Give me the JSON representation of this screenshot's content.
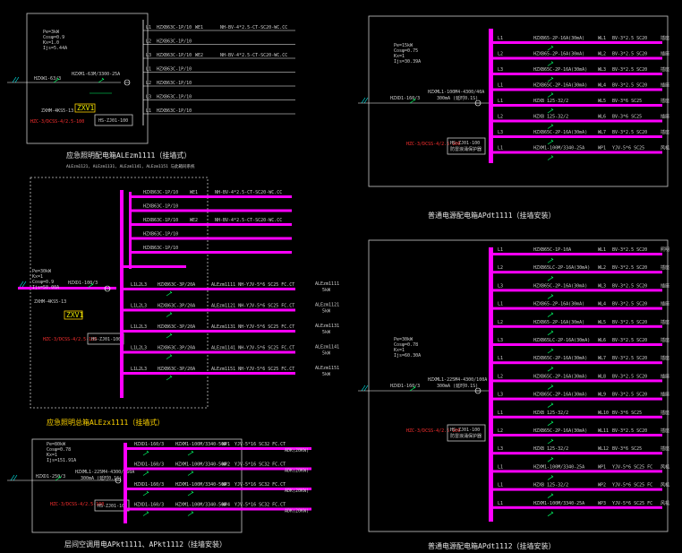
{
  "colors": {
    "background": "#000000",
    "bus": "#ff00ff",
    "frame": "#c8c8c8",
    "text": "#cfcfcf",
    "accent_yellow": "#ffd400",
    "accent_red": "#ff3030",
    "breaker_green": "#00ff66",
    "cyan": "#00ffff"
  },
  "panels": {
    "alezm": {
      "params": [
        "Pe=3kW",
        "Cosφ=0.9",
        "Kx=1.0",
        "Ijs=5.44A"
      ],
      "main_breaker": "HZXW1-63/3",
      "breaker2": "HZXM1-63M/3300-25A",
      "ats": "ZXV1",
      "ats_sub": "ZXHM-4KS5-13",
      "spd_red": "HZC-3/DCSS-4/2.5-100",
      "spd": "HS-ZJ01-100",
      "circuits": [
        {
          "phase": "L1",
          "breaker": "HZXB63C-1P/10",
          "wl": "WE1",
          "cable": "NH-BV-4*2.5-CT-SC20-WC.CC"
        },
        {
          "phase": "L2",
          "breaker": "HZXB63C-1P/10",
          "wl": "",
          "cable": ""
        },
        {
          "phase": "L3",
          "breaker": "HZXB63C-1P/10",
          "wl": "WE2",
          "cable": "NH-BV-4*2.5-CT-SC20-WC.CC"
        },
        {
          "phase": "L1",
          "breaker": "HZXB63C-1P/10",
          "wl": "",
          "cable": ""
        },
        {
          "phase": "L2",
          "breaker": "HZXB63C-1P/10",
          "wl": "",
          "cable": ""
        },
        {
          "phase": "L3",
          "breaker": "HZXB63C-1P/10",
          "wl": "",
          "cable": ""
        },
        {
          "phase": "L1",
          "breaker": "HZXB63C-1P/10",
          "wl": "",
          "cable": ""
        }
      ],
      "title": "应急照明配电箱ALEzm1111（挂墙式）",
      "subtitle": "ALEzm1121, ALEzm1131, ALEzm1141, ALEzm1151 与此箱同系统"
    },
    "alezx": {
      "params": [
        "Pe=30kW",
        "Kx=1",
        "Cosφ=0.9",
        "Ijs=50.00A"
      ],
      "main_breaker": "HZXD1-100/3",
      "ats": "ZXV1",
      "ats_sub": "ZXHM-4KS5-13",
      "spd_red": "HZC-3/DCSS-4/2.5-100",
      "spd": "HS-ZJ01-100",
      "top_circuits": [
        {
          "breaker": "HZXB63C-1P/10",
          "wl": "WE1",
          "cable": "NH-BV-4*2.5-CT-SC20-WC.CC"
        },
        {
          "breaker": "HZXB63C-1P/10",
          "wl": "",
          "cable": ""
        },
        {
          "breaker": "HZXB63C-1P/10",
          "wl": "WE2",
          "cable": "NH-BV-4*2.5-CT-SC20-WC.CC"
        },
        {
          "breaker": "HZXB63C-1P/10",
          "wl": "",
          "cable": ""
        },
        {
          "breaker": "HZXB63C-1P/10",
          "wl": "",
          "cable": ""
        }
      ],
      "feeders": [
        {
          "phase": "L1L2L3",
          "breaker": "HZXB63C-3P/20A",
          "cable": "ALEzm1111 NH-YJV-5*6 SC25 FC.CT",
          "dest": "ALEzm1111",
          "kw": "5kW"
        },
        {
          "phase": "L1L2L3",
          "breaker": "HZXB63C-3P/20A",
          "cable": "ALEzm1121 NH-YJV-5*6 SC25 FC.CT",
          "dest": "ALEzm1121",
          "kw": "5kW"
        },
        {
          "phase": "L1L2L3",
          "breaker": "HZXB63C-3P/20A",
          "cable": "ALEzm1131 NH-YJV-5*6 SC25 FC.CT",
          "dest": "ALEzm1131",
          "kw": "5kW"
        },
        {
          "phase": "L1L2L3",
          "breaker": "HZXB63C-3P/20A",
          "cable": "ALEzm1141 NH-YJV-5*6 SC25 FC.CT",
          "dest": "ALEzm1141",
          "kw": "5kW"
        },
        {
          "phase": "L1L2L3",
          "breaker": "HZXB63C-3P/20A",
          "cable": "ALEzm1151 NH-YJV-5*6 SC25 FC.CT",
          "dest": "ALEzm1151",
          "kw": "5kW"
        }
      ],
      "title": "应急照明总箱ALEzx1111（挂墙式）"
    },
    "apkt": {
      "params": [
        "Pe=80kW",
        "Cosφ=0.78",
        "Kx=1",
        "Ijs=151.91A"
      ],
      "main_breaker": "HZXD1-250/3",
      "breaker2": "HZXML1-225M4-4300/160A",
      "breaker2_sub": "300mA (延时0.1S)",
      "spd_red": "HZC-3/DCSS-4/2.5-100",
      "spd": "HS-ZJ01-100",
      "feeders": [
        {
          "breaker": "HZXD1-160/3",
          "rcd": "HZXM1-100M/3340-50A",
          "wl": "WP1",
          "cable": "YJV-5*16 SC32 FC.CT",
          "dest": "ADK(20KW)"
        },
        {
          "breaker": "HZXD1-160/3",
          "rcd": "HZXM1-100M/3340-50A",
          "wl": "WP2",
          "cable": "YJV-5*16 SC32 FC.CT",
          "dest": "ADK(20KW)"
        },
        {
          "breaker": "HZXD1-160/3",
          "rcd": "HZXM1-100M/3340-50A",
          "wl": "WP3",
          "cable": "YJV-5*16 SC32 FC.CT",
          "dest": "ADK(20KW)"
        },
        {
          "breaker": "HZXD1-160/3",
          "rcd": "HZXM1-100M/3340-50A",
          "wl": "WP4",
          "cable": "YJV-5*16 SC32 FC.CT",
          "dest": "ADK(20KW)"
        }
      ],
      "title": "层间空调用电APkt1111、APkt1112（挂墙安装）"
    },
    "apdt1111": {
      "params": [
        "Pe=15kW",
        "Cosφ=0.75",
        "Kx=1",
        "Ijs=30.39A"
      ],
      "main_breaker": "HZXD1-160/3",
      "breaker2": "HZXML1-100M4-4300/40A",
      "breaker2_sub": "300mA (延时0.1S)",
      "spd_red": "HZC-3/DCSS-4/2.5-100",
      "spd": "HS-ZJ01-100",
      "spd_sub": "防雷浪涌保护器",
      "feeders": [
        {
          "phase": "L1",
          "breaker": "HZXB65-2P-16A(30mA)",
          "wl": "WL1",
          "cable": "BV-3*2.5 SC20",
          "load": "插座"
        },
        {
          "phase": "L2",
          "breaker": "HZXB65-2P-16A(30mA)",
          "wl": "WL2",
          "cable": "BV-3*2.5 SC20",
          "load": "插座"
        },
        {
          "phase": "L3",
          "breaker": "HZXB65C-2P-16A(30mA)",
          "wl": "WL3",
          "cable": "BV-3*2.5 SC20",
          "load": "插座"
        },
        {
          "phase": "L1",
          "breaker": "HZXB65C-2P-16A(30mA)",
          "wl": "WL4",
          "cable": "BV-3*2.5 SC20",
          "load": "插座"
        },
        {
          "phase": "L1",
          "breaker": "HZXB 125-32/2",
          "wl": "WL5",
          "cable": "BV-3*6 SC25",
          "load": "插座"
        },
        {
          "phase": "L2",
          "breaker": "HZXB 125-32/2",
          "wl": "WL6",
          "cable": "BV-3*6 SC25",
          "load": "插座"
        },
        {
          "phase": "L3",
          "breaker": "HZXB65C-2P-16A(30mA)",
          "wl": "WL7",
          "cable": "BV-3*2.5 SC20",
          "load": "插座"
        },
        {
          "phase": "L1",
          "breaker": "HZXM1-100M/3340-25A",
          "wl": "WP1",
          "cable": "YJV-5*6 SC25",
          "load": "风机"
        }
      ],
      "title": "普通电源配电箱APdt1111（挂墙安装）"
    },
    "apdt1112": {
      "params": [
        "Pe=30kW",
        "Cosφ=0.78",
        "Kx=1",
        "Ijs=60.30A"
      ],
      "main_breaker": "HZXD1-160/3",
      "breaker2": "HZXML1-225M4-4300/100A",
      "breaker2_sub": "300mA (延时0.1S)",
      "spd_red": "HZC-3/DCSS-4/2.5-100",
      "spd": "HS-ZJ01-100",
      "spd_sub": "防雷浪涌保护器",
      "feeders": [
        {
          "phase": "L1",
          "breaker": "HZXB65C-1P-10A",
          "wl": "WL1",
          "cable": "BV-3*2.5 SC20",
          "load": "照明"
        },
        {
          "phase": "L2",
          "breaker": "HZXB65LC-2P-16A(30mA)",
          "wl": "WL2",
          "cable": "BV-3*2.5 SC20",
          "load": "插座"
        },
        {
          "phase": "L3",
          "breaker": "HZXB65C-2P-16A(30mA)",
          "wl": "WL3",
          "cable": "BV-3*2.5 SC20",
          "load": "插座"
        },
        {
          "phase": "L1",
          "breaker": "HZXB65-2P-16A(30mA)",
          "wl": "WL4",
          "cable": "BV-3*2.5 SC20",
          "load": "插座"
        },
        {
          "phase": "L2",
          "breaker": "HZXB65-2P-16A(30mA)",
          "wl": "WL5",
          "cable": "BV-3*2.5 SC20",
          "load": "插座"
        },
        {
          "phase": "L3",
          "breaker": "HZXB65LC-2P-16A(30mA)",
          "wl": "WL6",
          "cable": "BV-3*2.5 SC20",
          "load": "插座"
        },
        {
          "phase": "L1",
          "breaker": "HZXB65C-2P-16A(30mA)",
          "wl": "WL7",
          "cable": "BV-3*2.5 SC20",
          "load": "插座"
        },
        {
          "phase": "L2",
          "breaker": "HZXB65C-2P-16A(30mA)",
          "wl": "WL8",
          "cable": "BV-3*2.5 SC20",
          "load": "插座"
        },
        {
          "phase": "L3",
          "breaker": "HZXB65C-2P-16A(30mA)",
          "wl": "WL9",
          "cable": "BV-3*2.5 SC20",
          "load": "插座"
        },
        {
          "phase": "L1",
          "breaker": "HZXB 125-32/2",
          "wl": "WL10",
          "cable": "BV-3*6 SC25",
          "load": "插座"
        },
        {
          "phase": "L2",
          "breaker": "HZXB65C-2P-16A(30mA)",
          "wl": "WL11",
          "cable": "BV-3*2.5 SC20",
          "load": "插座"
        },
        {
          "phase": "L3",
          "breaker": "HZXB 125-32/2",
          "wl": "WL12",
          "cable": "BV-3*6 SC25",
          "load": "插座"
        },
        {
          "phase": "L1",
          "breaker": "HZXM1-100M/3340-25A",
          "wl": "WP1",
          "cable": "YJV-5*6 SC25 FC",
          "load": "风机"
        },
        {
          "phase": "L1",
          "breaker": "HZXB 125-32/2",
          "wl": "WP2",
          "cable": "YJV-5*6 SC25 FC",
          "load": "风机"
        },
        {
          "phase": "L1",
          "breaker": "HZXM1-100M/3340-25A",
          "wl": "WP3",
          "cable": "YJV-5*6 SC25 FC",
          "load": "风机"
        }
      ],
      "title": "普通电源配电箱APdt1112（挂墙安装）"
    }
  }
}
